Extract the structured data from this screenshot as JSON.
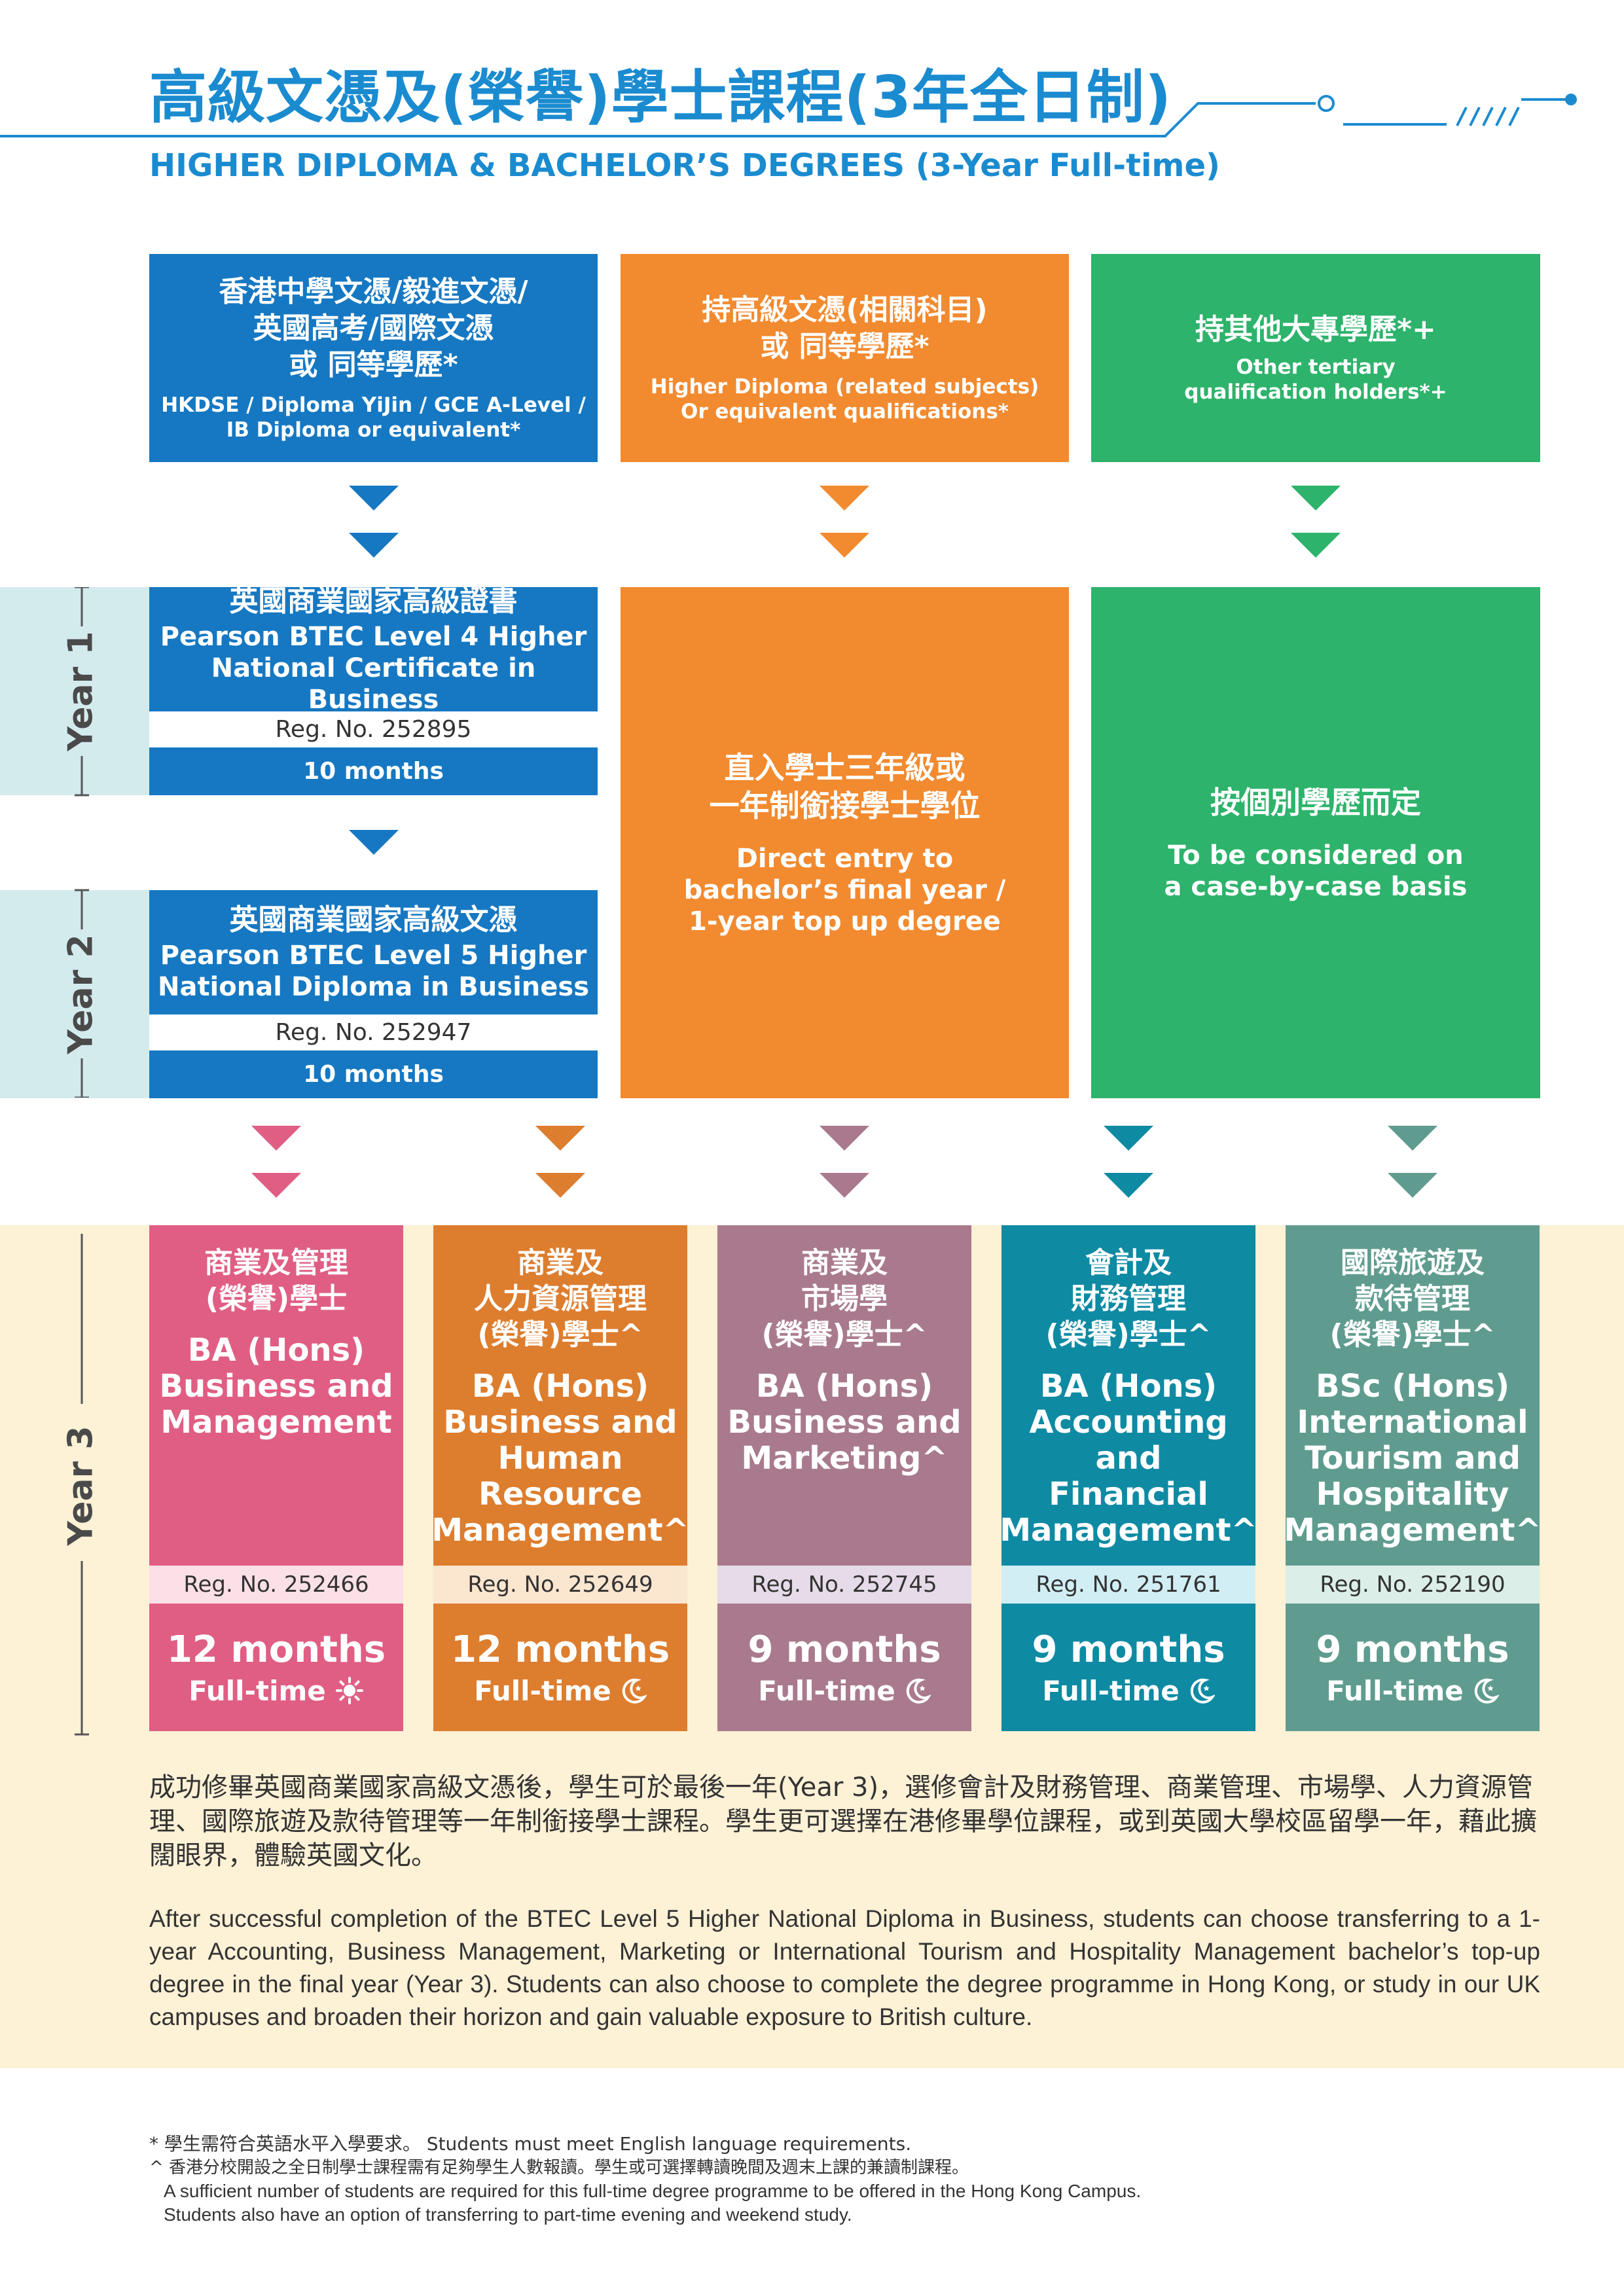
{
  "header": {
    "title_zh": "高級文憑及(榮譽)學士課程(3年全日制)",
    "title_en": "HIGHER DIPLOMA & BACHELOR’S DEGREES (3-Year Full-time)"
  },
  "entry": {
    "col1": {
      "zh": [
        "香港中學文憑/毅進文憑/",
        "英國高考/國際文憑",
        "或 同等學歷*"
      ],
      "en": [
        "HKDSE / Diploma YiJin / GCE A-Level /",
        "IB Diploma or equivalent*"
      ],
      "color": "#1678c2"
    },
    "col2": {
      "zh": [
        "持高級文憑(相關科目)",
        "或 同等學歷*"
      ],
      "en": [
        "Higher Diploma (related subjects)",
        "Or equivalent qualifications*"
      ],
      "color": "#f28a2f"
    },
    "col3": {
      "zh": [
        "持其他大專學歷*+"
      ],
      "en": [
        "Other tertiary",
        "qualification holders*+"
      ],
      "color": "#2db36b"
    }
  },
  "years": {
    "y1": "Year 1",
    "y2": "Year 2",
    "y3": "Year 3"
  },
  "btec": {
    "l4": {
      "zh": "英國商業國家高級證書",
      "en": [
        "Pearson BTEC Level 4 Higher",
        "National Certificate in Business"
      ],
      "reg": "Reg. No. 252895",
      "duration": "10 months"
    },
    "l5": {
      "zh": "英國商業國家高級文憑",
      "en": [
        "Pearson BTEC Level 5 Higher",
        "National Diploma in Business"
      ],
      "reg": "Reg. No. 252947",
      "duration": "10 months"
    }
  },
  "direct_entry": {
    "zh": [
      "直入學士三年級或",
      "一年制銜接學士學位"
    ],
    "en": [
      "Direct entry to",
      "bachelor’s final year /",
      "1-year top up degree"
    ]
  },
  "case_basis": {
    "zh": "按個別學歷而定",
    "en": [
      "To be considered on",
      "a case-by-case basis"
    ]
  },
  "degrees": [
    {
      "zh": [
        "商業及管理",
        "(榮譽)學士"
      ],
      "en": [
        "BA (Hons)",
        "Business and",
        "Management"
      ],
      "reg": "Reg. No. 252466",
      "duration": "12 months",
      "mode": "Full-time",
      "mode_icon": "sun-icon",
      "color": "#e05e83",
      "reg_bg": "#fbe0e7"
    },
    {
      "zh": [
        "商業及",
        "人力資源管理",
        "(榮譽)學士^"
      ],
      "en": [
        "BA (Hons)",
        "Business and",
        "Human",
        "Resource",
        "Management^"
      ],
      "reg": "Reg. No. 252649",
      "duration": "12 months",
      "mode": "Full-time",
      "mode_icon": "moon-icon",
      "color": "#dd7d2e",
      "reg_bg": "#fbe6d0"
    },
    {
      "zh": [
        "商業及",
        "市場學",
        "(榮譽)學士^"
      ],
      "en": [
        "BA (Hons)",
        "Business and",
        "Marketing^"
      ],
      "reg": "Reg. No. 252745",
      "duration": "9 months",
      "mode": "Full-time",
      "mode_icon": "moon-icon",
      "color": "#a97a8d",
      "reg_bg": "#e6dbe8"
    },
    {
      "zh": [
        "會計及",
        "財務管理",
        "(榮譽)學士^"
      ],
      "en": [
        "BA (Hons)",
        "Accounting and",
        "Financial",
        "Management^"
      ],
      "reg": "Reg. No. 251761",
      "duration": "9 months",
      "mode": "Full-time",
      "mode_icon": "moon-icon",
      "color": "#0f8aa3",
      "reg_bg": "#d2eef5"
    },
    {
      "zh": [
        "國際旅遊及",
        "款待管理",
        "(榮譽)學士^"
      ],
      "en": [
        "BSc (Hons)",
        "International",
        "Tourism and",
        "Hospitality",
        "Management^"
      ],
      "reg": "Reg. No. 252190",
      "duration": "9 months",
      "mode": "Full-time",
      "mode_icon": "moon-icon",
      "color": "#5f9c8f",
      "reg_bg": "#dceee8"
    }
  ],
  "paragraph_zh": "成功修畢英國商業國家高級文憑後，學生可於最後一年(Year 3)，選修會計及財務管理、商業管理、市場學、人力資源管理、國際旅遊及款待管理等一年制銜接學士課程。學生更可選擇在港修畢學位課程，或到英國大學校區留學一年，藉此擴闊眼界，體驗英國文化。",
  "paragraph_en": "After successful completion of the BTEC Level 5 Higher National Diploma in Business, students can choose transferring to a 1-year Accounting, Business Management, Marketing or International Tourism and Hospitality Management bachelor’s top-up degree in the final year (Year 3). Students can also choose to complete the degree programme in Hong Kong, or study in our UK campuses and broaden their horizon and gain valuable exposure to British culture.",
  "footnotes": [
    "* 學生需符合英語水平入學要求。 Students must meet English language requirements.",
    "^ 香港分校開設之全日制學士課程需有足夠學生人數報讀。學生或可選擇轉讀晚間及週末上課的兼讀制課程。",
    "A sufficient number of students are required for this full-time degree programme to be offered in the Hong Kong Campus.",
    "Students also have an option of transferring to part-time evening and weekend study."
  ],
  "colors": {
    "title_blue": "#1b8bd0",
    "year_band": "#d4ebee",
    "year3_band": "#fdf1d6"
  }
}
